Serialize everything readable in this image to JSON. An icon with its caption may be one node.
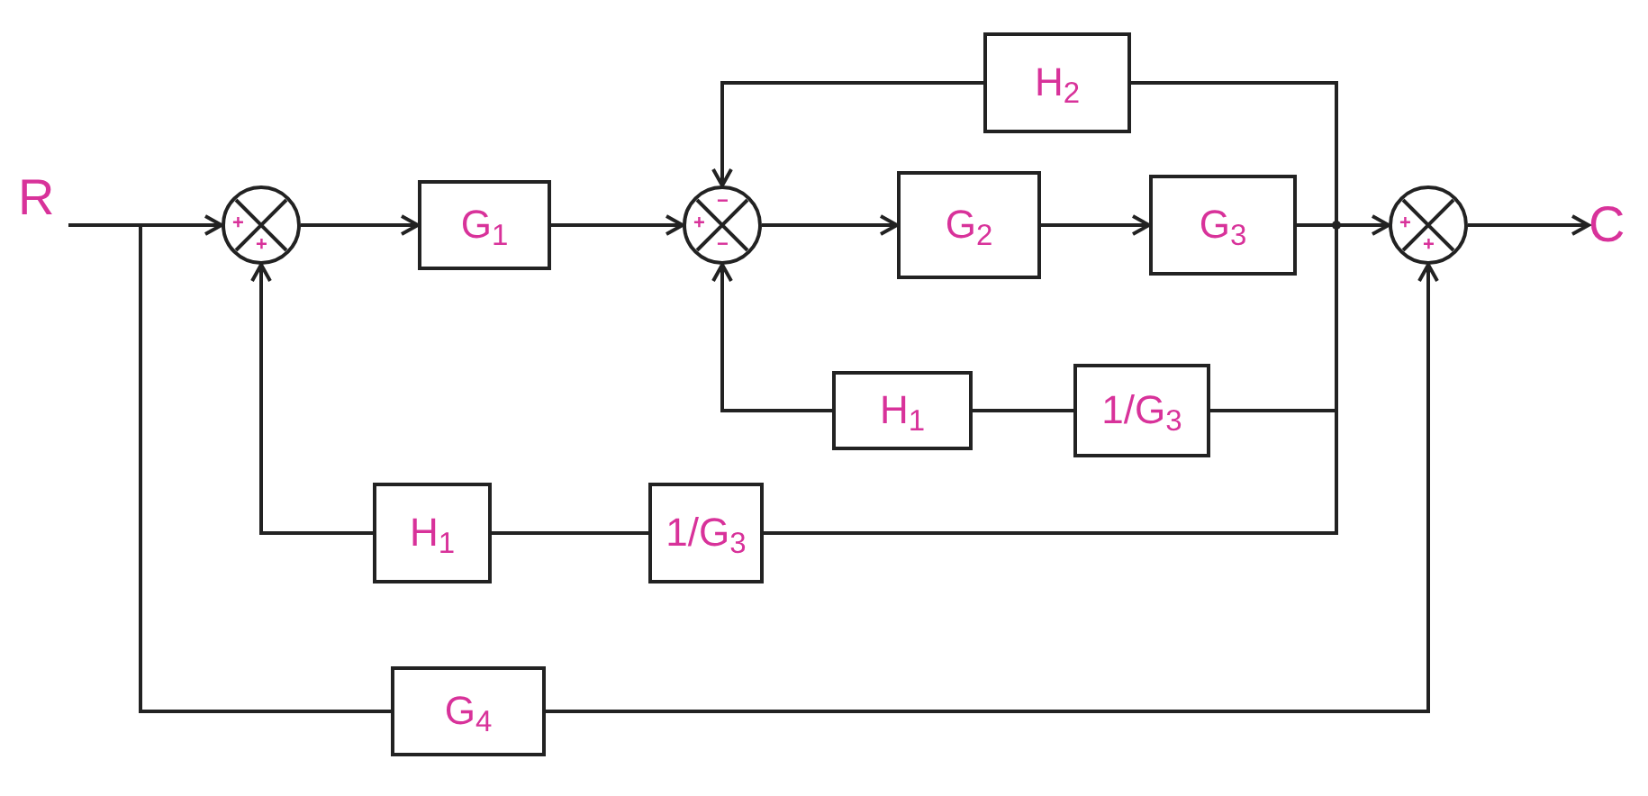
{
  "diagram": {
    "nodes": [
      {
        "text": [
          "R"
        ]
      },
      {
        "text": [
          "+",
          "+"
        ]
      },
      {
        "text": [
          "G$_{1}$"
        ]
      },
      {
        "text": [
          "H$_{2}$"
        ]
      },
      {
        "text": [
          "+",
          "−",
          "−"
        ]
      },
      {
        "text": [
          "G$_{2}$"
        ]
      },
      {
        "text": [
          "G$_{3}$"
        ]
      },
      {
        "text": [
          "+",
          "+"
        ]
      },
      {
        "text": [
          "C"
        ]
      },
      {
        "text": [
          "H$_{1}$"
        ]
      },
      {
        "text": [
          "1/G$_{3}$"
        ]
      },
      {
        "text": [
          "H$_{1}$"
        ]
      },
      {
        "text": [
          "1/G$_{3}$"
        ]
      },
      {
        "text": [
          "G$_{4}$"
        ]
      }
    ],
    "edges": [
      {
        "from": 0,
        "to": 1,
        "arrow": "to"
      },
      {
        "from": 1,
        "to": 2,
        "arrow": "to"
      },
      {
        "from": 2,
        "to": 4,
        "arrow": "to"
      },
      {
        "from": 4,
        "to": 5,
        "arrow": "to"
      },
      {
        "from": 5,
        "to": 6,
        "arrow": "to"
      },
      {
        "from": 6,
        "to": 7,
        "arrow": "to"
      },
      {
        "from": 7,
        "to": 8,
        "arrow": "to"
      },
      {
        "from": 6,
        "to": 3,
        "arrow": "none"
      },
      {
        "from": 3,
        "to": 4,
        "arrow": "to"
      },
      {
        "from": 6,
        "to": 10,
        "arrow": "none"
      },
      {
        "from": 10,
        "to": 9,
        "arrow": "none"
      },
      {
        "from": 9,
        "to": 4,
        "arrow": "to"
      },
      {
        "from": 6,
        "to": 12,
        "arrow": "none"
      },
      {
        "from": 12,
        "to": 11,
        "arrow": "none"
      },
      {
        "from": 11,
        "to": 1,
        "arrow": "to"
      },
      {
        "from": 0,
        "to": 13,
        "arrow": "none"
      },
      {
        "from": 13,
        "to": 7,
        "arrow": "to"
      }
    ]
  }
}
